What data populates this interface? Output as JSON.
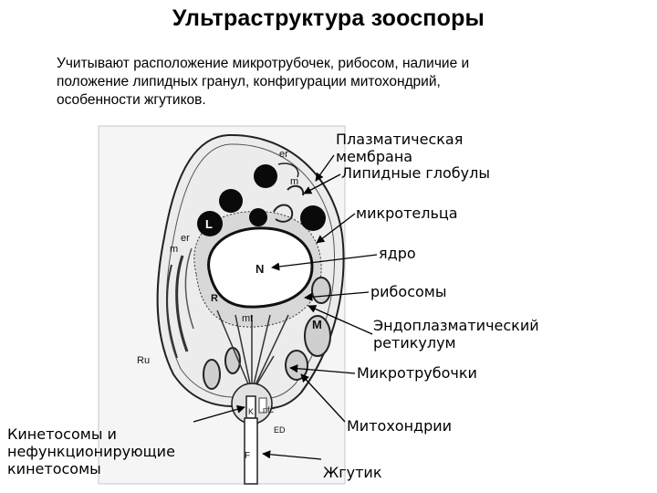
{
  "title": "Ультраструктура зооспоры",
  "intro": {
    "line1": "Учитывают расположение микротрубочек, рибосом, наличие и",
    "line2": "положение липидных гранул, конфигурации митохондрий,",
    "line3": "особенности жгутиков."
  },
  "labels": {
    "plasma_membrane_1": "Плазматическая",
    "plasma_membrane_2": "мембрана",
    "lipid_globules": "Липидные глобулы",
    "microbodies": "микротельца",
    "nucleus": "ядро",
    "ribosomes": "рибосомы",
    "er_1": "Эндоплазматический",
    "er_2": "ретикулум",
    "microtubules": "Микротрубочки",
    "mitochondria": "Митохондрии",
    "flagellum": "Жгутик",
    "kinetosomes_1": "Кинетосомы и",
    "kinetosomes_2": "нефункционирующие",
    "kinetosomes_3": "кинетосомы"
  },
  "figure_letters": {
    "er_top": "er",
    "m_top": "m",
    "m_left": "m",
    "er_left": "er",
    "lipid": "L",
    "nucleus": "N",
    "ribosome": "R",
    "mitochondrion": "M",
    "mt": "mt",
    "ru": "Ru",
    "k": "K",
    "nfc": "nfc",
    "ed": "ED",
    "f": "F"
  }
}
